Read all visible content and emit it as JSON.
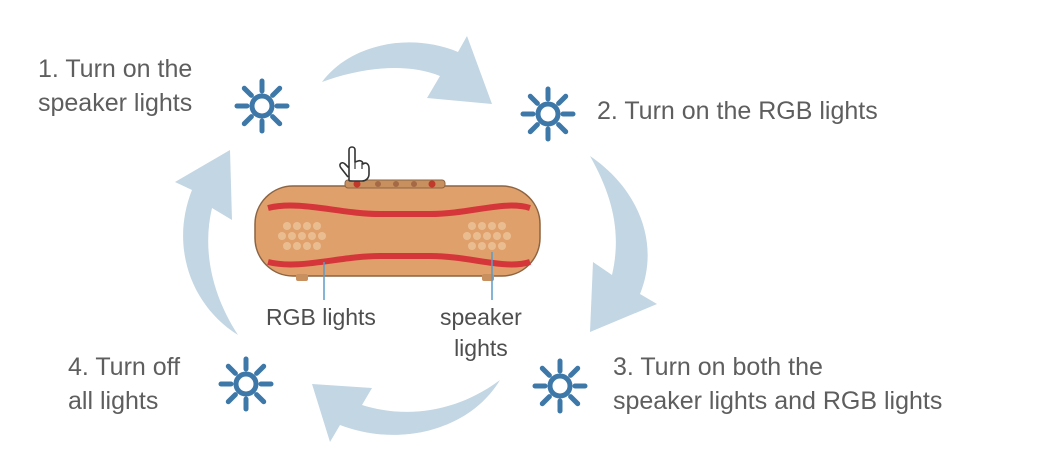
{
  "steps": [
    {
      "line1": "1. Turn on the",
      "line2": "speaker lights"
    },
    {
      "line1": "2. Turn on the RGB lights"
    },
    {
      "line1": "3. Turn on both the",
      "line2": "speaker lights and RGB lights"
    },
    {
      "line1": "4. Turn off",
      "line2": "all lights"
    }
  ],
  "callouts": {
    "rgb": "RGB lights",
    "speaker_line1": "speaker",
    "speaker_line2": "lights"
  },
  "icons": [
    "sun-light-icon",
    "sun-light-icon",
    "sun-light-icon",
    "sun-light-icon",
    "hand-pointer-icon"
  ],
  "colors": {
    "arrow": "#c3d6e3",
    "icon": "#3d78a8",
    "speaker_body": "#dfa06c",
    "speaker_band": "#d5363a",
    "callout_line": "#5b9bc9"
  }
}
